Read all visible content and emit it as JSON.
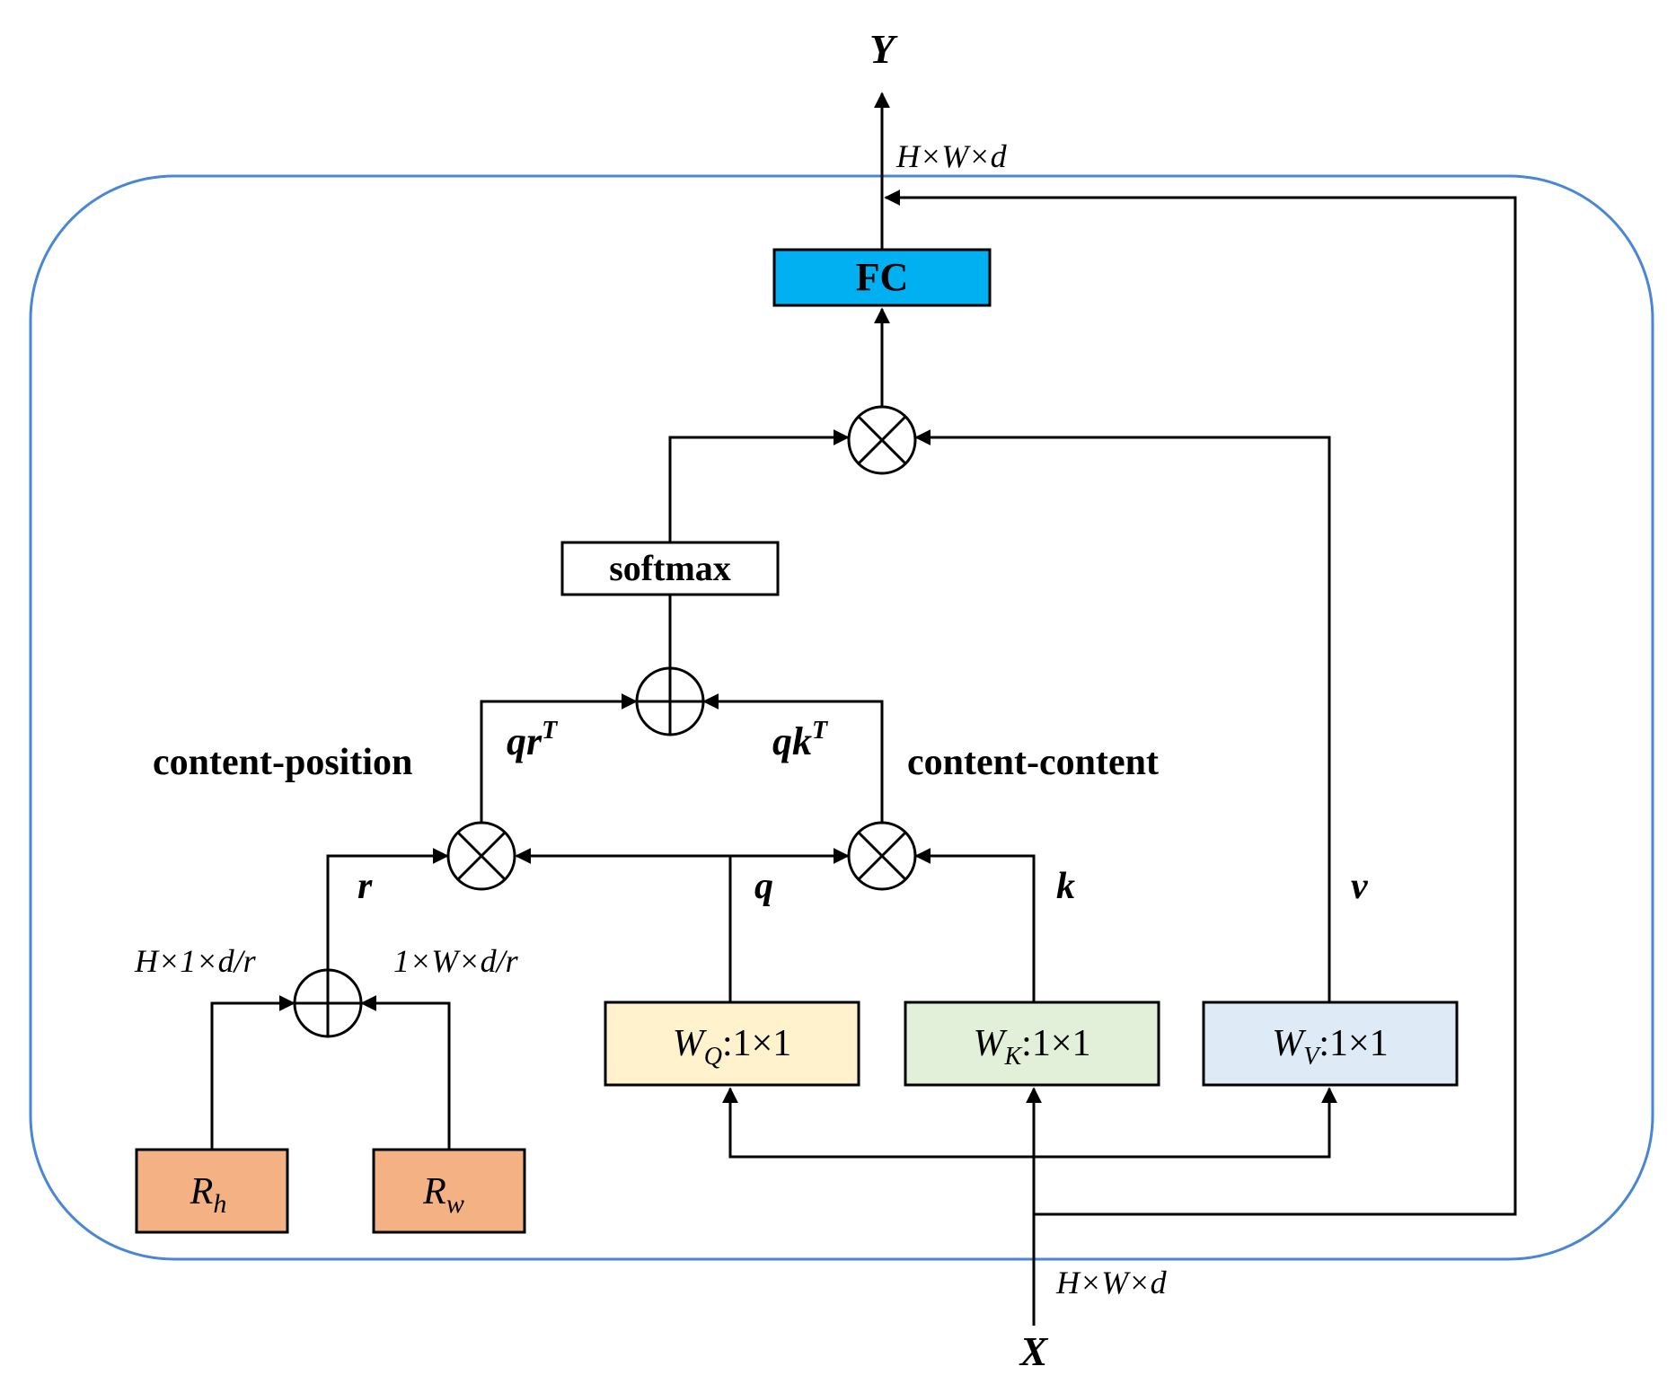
{
  "output_label": "Y",
  "input_label": "X",
  "dims": {
    "output": "H×W×d",
    "input": "H×W×d",
    "rh": "H×1×d/r",
    "rw": "1×W×d/r"
  },
  "boxes": {
    "fc": "FC",
    "softmax": "softmax",
    "wq": {
      "base": "W",
      "sub": "Q",
      "suffix": ":1×1"
    },
    "wk": {
      "base": "W",
      "sub": "K",
      "suffix": ":1×1"
    },
    "wv": {
      "base": "W",
      "sub": "V",
      "suffix": ":1×1"
    },
    "rh": {
      "base": "R",
      "sub": "h"
    },
    "rw": {
      "base": "R",
      "sub": "w"
    }
  },
  "labels": {
    "content_position": "content-position",
    "content_content": "content-content",
    "qr": {
      "base": "qr",
      "sup": "T"
    },
    "qk": {
      "base": "qk",
      "sup": "T"
    },
    "r": "r",
    "q": "q",
    "k": "k",
    "v": "v"
  },
  "colors": {
    "fc": "#00b0f0",
    "wq": "#fff2cc",
    "wk": "#e2f0d9",
    "wv": "#deebf7",
    "r": "#f4b183",
    "frame": "#4a86d8"
  }
}
